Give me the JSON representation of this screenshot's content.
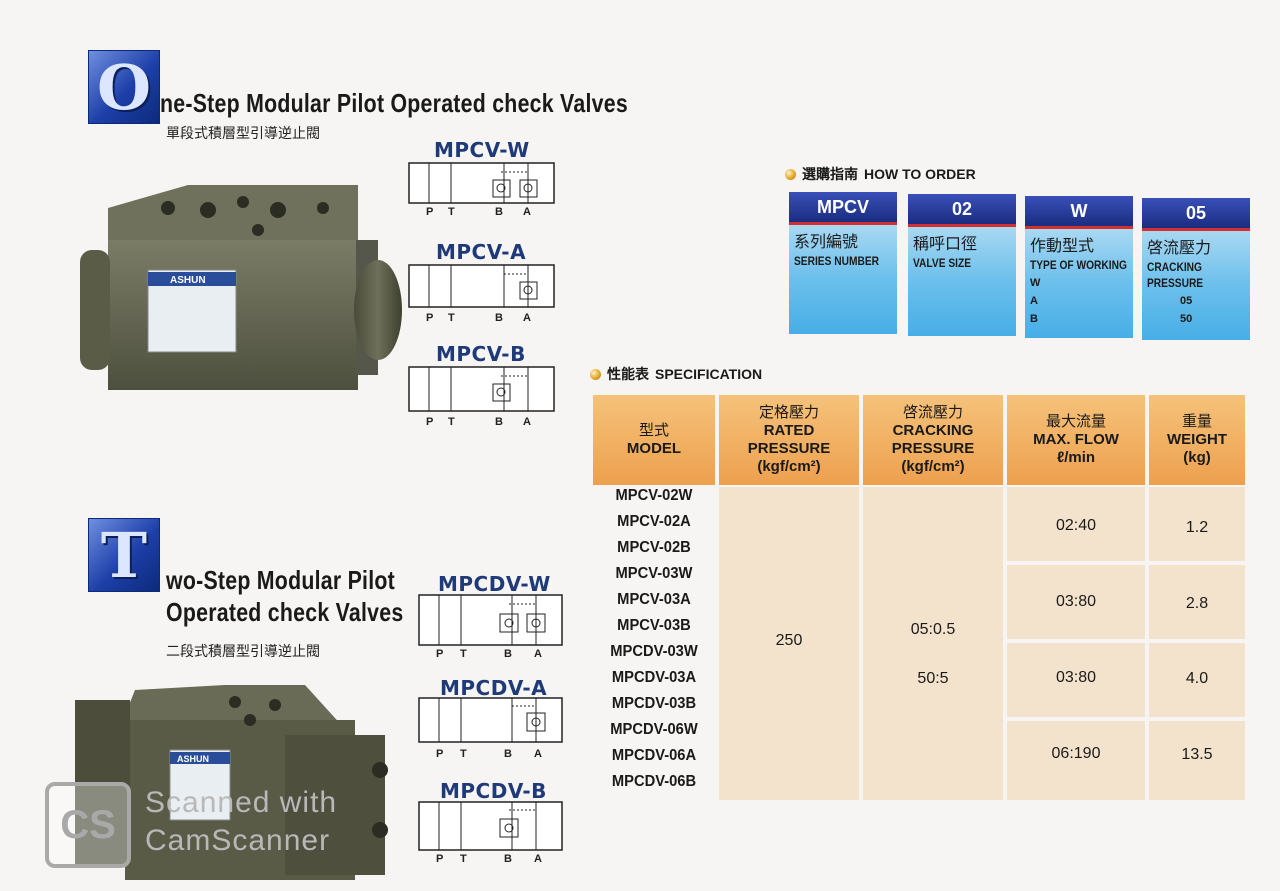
{
  "section1": {
    "letter": "O",
    "title": "ne-Step Modular Pilot Operated check Valves",
    "subtitle_cn": "單段式積層型引導逆止閥",
    "symbols": [
      {
        "label": "MPCV-W"
      },
      {
        "label": "MPCV-A"
      },
      {
        "label": "MPCV-B"
      }
    ]
  },
  "section2": {
    "letter": "T",
    "title_line1": "wo-Step Modular Pilot",
    "title_line2": "Operated check Valves",
    "subtitle_cn": "二段式積層型引導逆止閥",
    "symbols": [
      {
        "label": "MPCDV-W"
      },
      {
        "label": "MPCDV-A"
      },
      {
        "label": "MPCDV-B"
      }
    ]
  },
  "ports": {
    "p": "P",
    "t": "T",
    "b": "B",
    "a": "A"
  },
  "product_label": "ASHUN",
  "how_to_order": {
    "heading_cn": "選購指南",
    "heading_en": "HOW TO ORDER",
    "boxes": [
      {
        "code": "MPCV",
        "cn": "系列編號",
        "en": "SERIES NUMBER",
        "options": []
      },
      {
        "code": "02",
        "cn": "稱呼口徑",
        "en": "VALVE SIZE",
        "options": []
      },
      {
        "code": "W",
        "cn": "作動型式",
        "en": "TYPE OF WORKING",
        "options": [
          "W",
          "A",
          "B"
        ]
      },
      {
        "code": "05",
        "cn": "啓流壓力",
        "en": "CRACKING",
        "en2": "PRESSURE",
        "options": [
          "05",
          "50"
        ]
      }
    ]
  },
  "specification": {
    "heading_cn": "性能表",
    "heading_en": "SPECIFICATION",
    "headers": [
      {
        "cn": "型式",
        "en": "MODEL",
        "en2": "",
        "unit": ""
      },
      {
        "cn": "定格壓力",
        "en": "RATED",
        "en2": "PRESSURE",
        "unit": "(kgf/cm²)"
      },
      {
        "cn": "啓流壓力",
        "en": "CRACKING",
        "en2": "PRESSURE",
        "unit": "(kgf/cm²)"
      },
      {
        "cn": "最大流量",
        "en": "MAX. FLOW",
        "en2": "",
        "unit": "ℓ/min"
      },
      {
        "cn": "重量",
        "en": "WEIGHT",
        "en2": "",
        "unit": "(kg)"
      }
    ],
    "models": [
      "MPCV-02W",
      "MPCV-02A",
      "MPCV-02B",
      "MPCV-03W",
      "MPCV-03A",
      "MPCV-03B",
      "MPCDV-03W",
      "MPCDV-03A",
      "MPCDV-03B",
      "MPCDV-06W",
      "MPCDV-06A",
      "MPCDV-06B"
    ],
    "rated_pressure": "250",
    "cracking_pressure_1": "05:0.5",
    "cracking_pressure_2": "50:5",
    "groups": [
      {
        "flow": "02:40",
        "weight": "1.2"
      },
      {
        "flow": "03:80",
        "weight": "2.8"
      },
      {
        "flow": "03:80",
        "weight": "4.0"
      },
      {
        "flow": "06:190",
        "weight": "13.5"
      }
    ]
  },
  "watermark": {
    "logo": "CS",
    "line1": "Scanned with",
    "line2": "CamScanner"
  }
}
